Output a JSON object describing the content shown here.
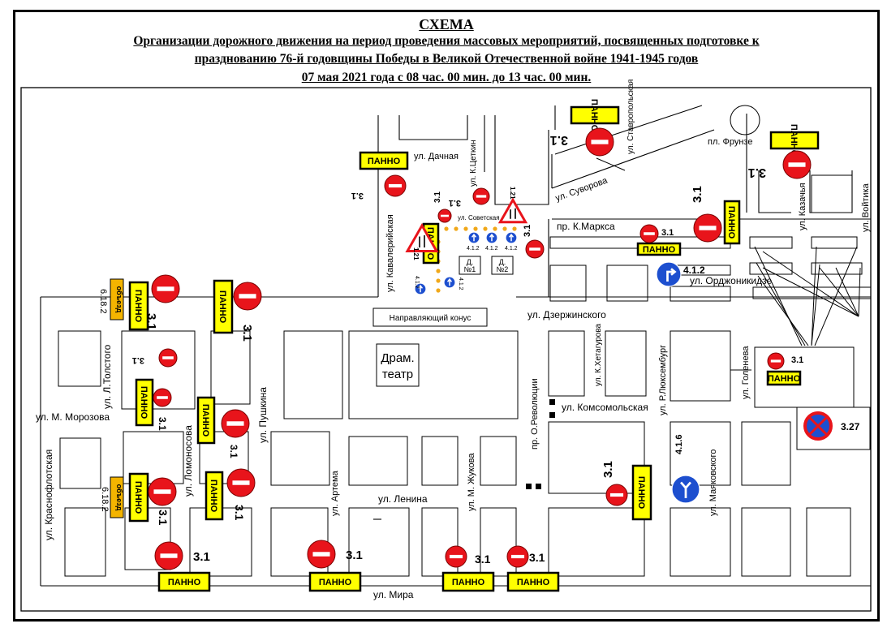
{
  "header": {
    "title": "СХЕМА",
    "line1": "Организации дорожного движения на период проведения массовых мероприятий, посвященных подготовке к",
    "line2": "празднованию 76-й годовщины Победы в Великой Отечественной войне 1941-1945 годов",
    "line3": "07 мая 2021 года с 08 час. 00 мин. до 13 час. 00 мин."
  },
  "streets": {
    "dachnaya": "ул. Дачная",
    "tsetkin": "ул. К.Цеткин",
    "sovetskaya": "ул. Советская",
    "kavaleriyskaya": "ул. Кавалерийская",
    "stavropolskaya": "ул. Ставропольская",
    "suvorova": "ул. Суворова",
    "frunze_sq": "пл. Фрунзе",
    "kmarksa": "пр. К.Маркса",
    "ordzhonikidze": "ул. Орджоникидзе",
    "dzerzhinskogo": "ул. Дзержинского",
    "kazachya": "ул. Казачья",
    "voytika": "ул. Войтика",
    "revolyutsii": "пр. О.Революции",
    "khetagurova": "ул. К.Хетагурова",
    "luxemburg": "ул. Р.Люксембург",
    "golenev": "ул. Голенева",
    "komsomolskaya": "ул. Комсомольская",
    "tolstogo": "ул. Л.Толстого",
    "morozova": "ул. М. Морозова",
    "pushkina": "ул. Пушкина",
    "lomonosova": "ул. Ломоносова",
    "krasnoflotskaya": "ул. Краснофлотская",
    "artema": "ул. Артема",
    "zhukova": "ул. М. Жукова",
    "lenina": "ул. Ленина",
    "mayakovskogo": "ул. Маяковского",
    "mira": "ул. Мира"
  },
  "labels": {
    "theatre_l1": "Драм.",
    "theatre_l2": "театр",
    "guide_cone": "Направляющий конус",
    "house1_l1": "Д.",
    "house1_l2": "№1",
    "house2_l1": "Д.",
    "house2_l2": "№2"
  },
  "signs": {
    "panno": "ПАННО",
    "no_entry": "3.1",
    "no_stopping": "3.27",
    "straight": "4.1.2",
    "straight_left": "4.1.6",
    "oncoming": "1.21",
    "detour_code": "6.18.2",
    "detour": "объезд"
  },
  "colors": {
    "sign_red": "#e8141b",
    "panno_yellow": "#ffff00",
    "sign_blue": "#1d4fcf",
    "cone_orange": "#f0a81a"
  }
}
